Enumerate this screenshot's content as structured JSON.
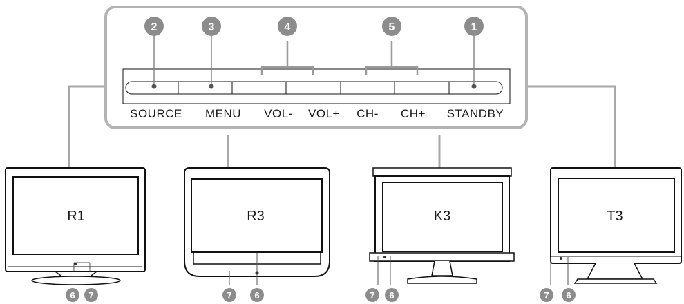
{
  "panel": {
    "buttons": [
      {
        "label": "SOURCE",
        "badge": "2"
      },
      {
        "label": "MENU",
        "badge": "3"
      },
      {
        "label": "VOL-",
        "badge": ""
      },
      {
        "label": "VOL+",
        "badge": ""
      },
      {
        "label": "CH-",
        "badge": ""
      },
      {
        "label": "CH+",
        "badge": ""
      },
      {
        "label": "STANDBY",
        "badge": "1"
      }
    ],
    "group_badges": [
      "4",
      "5"
    ]
  },
  "tvs": [
    {
      "label": "R1",
      "badges": [
        "6",
        "7"
      ]
    },
    {
      "label": "R3",
      "badges": [
        "7",
        "6"
      ]
    },
    {
      "label": "K3",
      "badges": [
        "7",
        "6"
      ]
    },
    {
      "label": "T3",
      "badges": [
        "7",
        "6"
      ]
    }
  ],
  "colors": {
    "badge": "#8c8c8c",
    "panel_border": "#b3b3b3",
    "connector": "#a8a8a8"
  }
}
